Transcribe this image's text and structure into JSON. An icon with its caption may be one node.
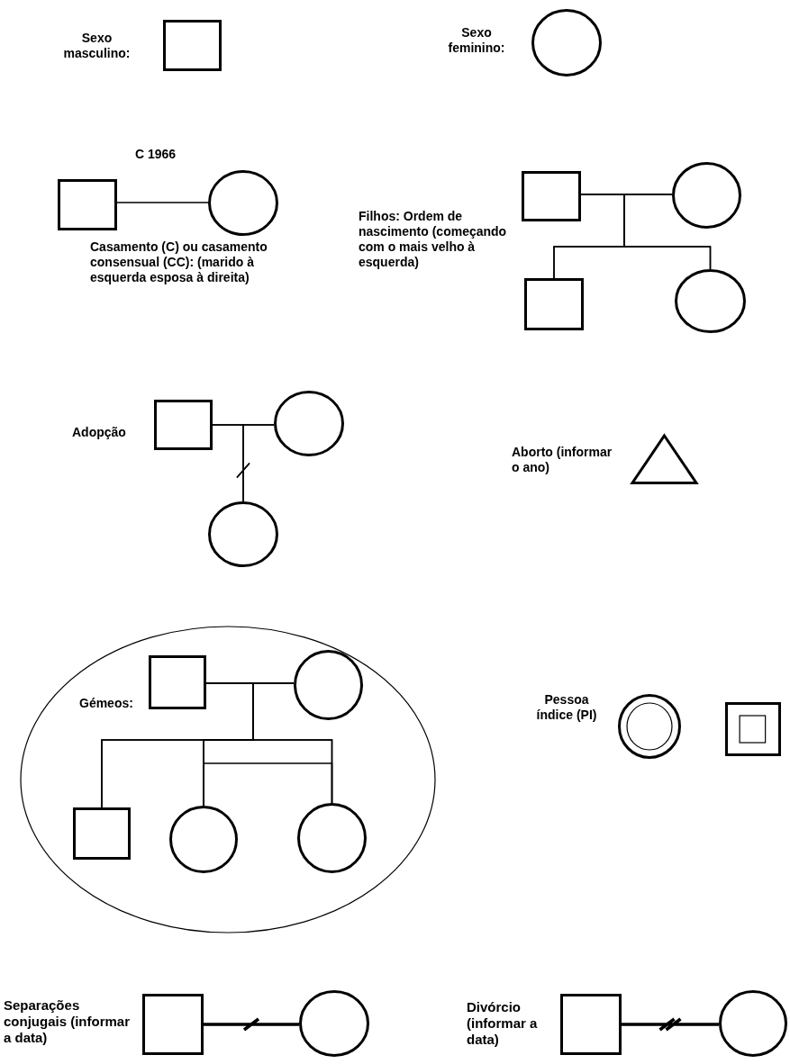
{
  "diagram": {
    "nodes": [
      {
        "text": [],
        "shape": "box"
      },
      {
        "text": [],
        "shape": "circle"
      },
      {
        "text": [],
        "shape": "box"
      },
      {
        "text": [],
        "shape": "circle"
      },
      {
        "text": [],
        "shape": "box"
      },
      {
        "text": [],
        "shape": "circle"
      },
      {
        "text": [],
        "shape": "box"
      },
      {
        "text": [],
        "shape": "circle"
      },
      {
        "text": [],
        "shape": "box"
      },
      {
        "text": [],
        "shape": "circle"
      },
      {
        "text": [],
        "shape": "circle"
      },
      {
        "text": [],
        "shape": "triangle"
      },
      {
        "text": [
          "Gémeos:"
        ]
      },
      {
        "text": [],
        "shape": "box",
        "in": 12
      },
      {
        "text": [],
        "shape": "circle",
        "in": 12
      },
      {
        "text": [],
        "shape": "box",
        "in": 12
      },
      {
        "text": [],
        "shape": "circle",
        "in": 12
      },
      {
        "text": [],
        "shape": "circle",
        "in": 12
      },
      {
        "text": [],
        "shape": "double-circle"
      },
      {
        "text": [],
        "shape": "double-box"
      },
      {
        "text": [],
        "shape": "box"
      },
      {
        "text": [],
        "shape": "circle"
      },
      {
        "text": [],
        "shape": "box"
      },
      {
        "text": [],
        "shape": "circle"
      }
    ],
    "edges": [
      {
        "from": 2,
        "to": 3,
        "arrow": "none",
        "label": "C 1966"
      },
      {
        "from": 4,
        "to": 5,
        "arrow": "none"
      },
      {
        "from": 4,
        "to": 6,
        "arrow": "none"
      },
      {
        "from": 5,
        "to": 6,
        "arrow": "none"
      },
      {
        "from": 4,
        "to": 7,
        "arrow": "none"
      },
      {
        "from": 5,
        "to": 7,
        "arrow": "none"
      },
      {
        "from": 8,
        "to": 9,
        "arrow": "none"
      },
      {
        "from": 8,
        "to": 10,
        "arrow": "none"
      },
      {
        "from": 9,
        "to": 10,
        "arrow": "none"
      },
      {
        "from": 13,
        "to": 14,
        "arrow": "none"
      },
      {
        "from": 13,
        "to": 15,
        "arrow": "none"
      },
      {
        "from": 14,
        "to": 15,
        "arrow": "none"
      },
      {
        "from": 13,
        "to": 16,
        "arrow": "none"
      },
      {
        "from": 14,
        "to": 16,
        "arrow": "none"
      },
      {
        "from": 13,
        "to": 17,
        "arrow": "none"
      },
      {
        "from": 14,
        "to": 17,
        "arrow": "none"
      },
      {
        "from": 16,
        "to": 17,
        "arrow": "none"
      },
      {
        "from": 20,
        "to": 21,
        "arrow": "none",
        "style": "thick"
      },
      {
        "from": 22,
        "to": 23,
        "arrow": "none",
        "style": "thick"
      }
    ],
    "labels": [
      "Sexo masculino:",
      "Sexo feminino:",
      "Filhos: Ordem de nascimento (começando com o mais velho à esquerda)",
      "Casamento (C) ou casamento consensual (CC): (marido à esquerda esposa à direita)",
      "Adopção",
      "Aborto (informar o ano)",
      "Pessoa índice (PI)",
      "Separações conjugais (informar a data)",
      "Divórcio (informar a data)"
    ]
  }
}
